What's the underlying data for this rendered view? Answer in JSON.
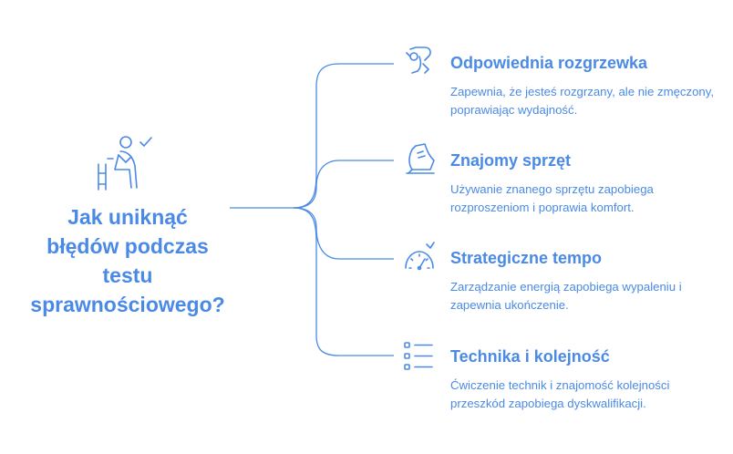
{
  "main": {
    "title": "Jak uniknąć\nbłędów podczas\ntestu\nsprawnościowego?"
  },
  "branches": [
    {
      "title": "Odpowiednia rozgrzewka",
      "description": "Zapewnia, że jesteś rozgrzany, ale nie zmęczony, poprawiając wydajność.",
      "icon": "stretching-person-icon"
    },
    {
      "title": "Znajomy sprzęt",
      "description": "Używanie znanego sprzętu zapobiega rozproszeniom i poprawia komfort.",
      "icon": "running-shoe-icon"
    },
    {
      "title": "Strategiczne tempo",
      "description": "Zarządzanie energią zapobiega wypaleniu i zapewnia ukończenie.",
      "icon": "speedometer-icon"
    },
    {
      "title": "Technika i kolejność",
      "description": "Ćwiczenie technik i znajomość kolejności przeszkód zapobiega dyskwalifikacji.",
      "icon": "checklist-icon"
    }
  ],
  "colors": {
    "accent": "#4a8ae6"
  }
}
